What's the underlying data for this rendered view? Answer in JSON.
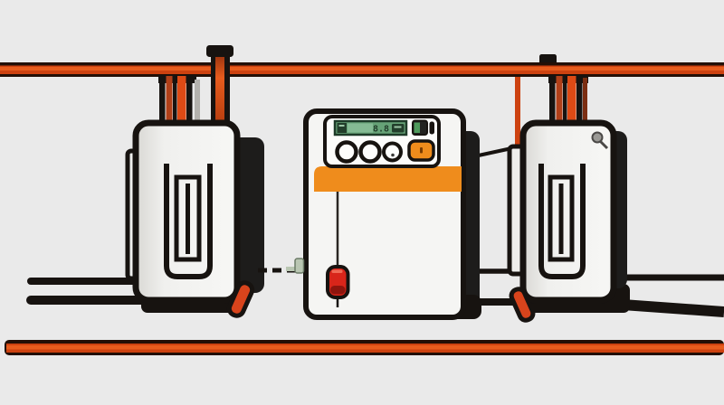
{
  "scene": {
    "description": "Stylized flat illustration of an industrial energy system: two storage cabinets linked by orange pipelines to a central control unit",
    "background": "#eaeaea"
  },
  "colors": {
    "outline": "#171310",
    "pipe": "#cd4210",
    "pipe_highlight": "#e75c1d",
    "pipe_shadow": "#220f06",
    "pipe_secondary": "#b14019",
    "accent_orange": "#ef8c1c",
    "lcd_green": "#66a377",
    "lcd_green_bright": "#85bb94",
    "lcd_dark": "#223e2b",
    "icon_green": "#4f9a5c",
    "handle_red": "#d8251a",
    "handle_red_dark": "#8e150e",
    "connector_green": "#b9c6b2",
    "cabinet_fill": "#f5f5f3",
    "cabinet_shade": "#d9d8d4",
    "panel_dark": "#1d1c1b",
    "metal_gray": "#9a9995"
  },
  "machine": {
    "display": {
      "value": "8.8"
    },
    "knob_count": "3"
  },
  "cabinets": {
    "left": "storage-cabinet-left",
    "right": "storage-cabinet-right"
  },
  "pipelines": {
    "top": "top-pipeline",
    "bottom": "bottom-pipeline"
  }
}
